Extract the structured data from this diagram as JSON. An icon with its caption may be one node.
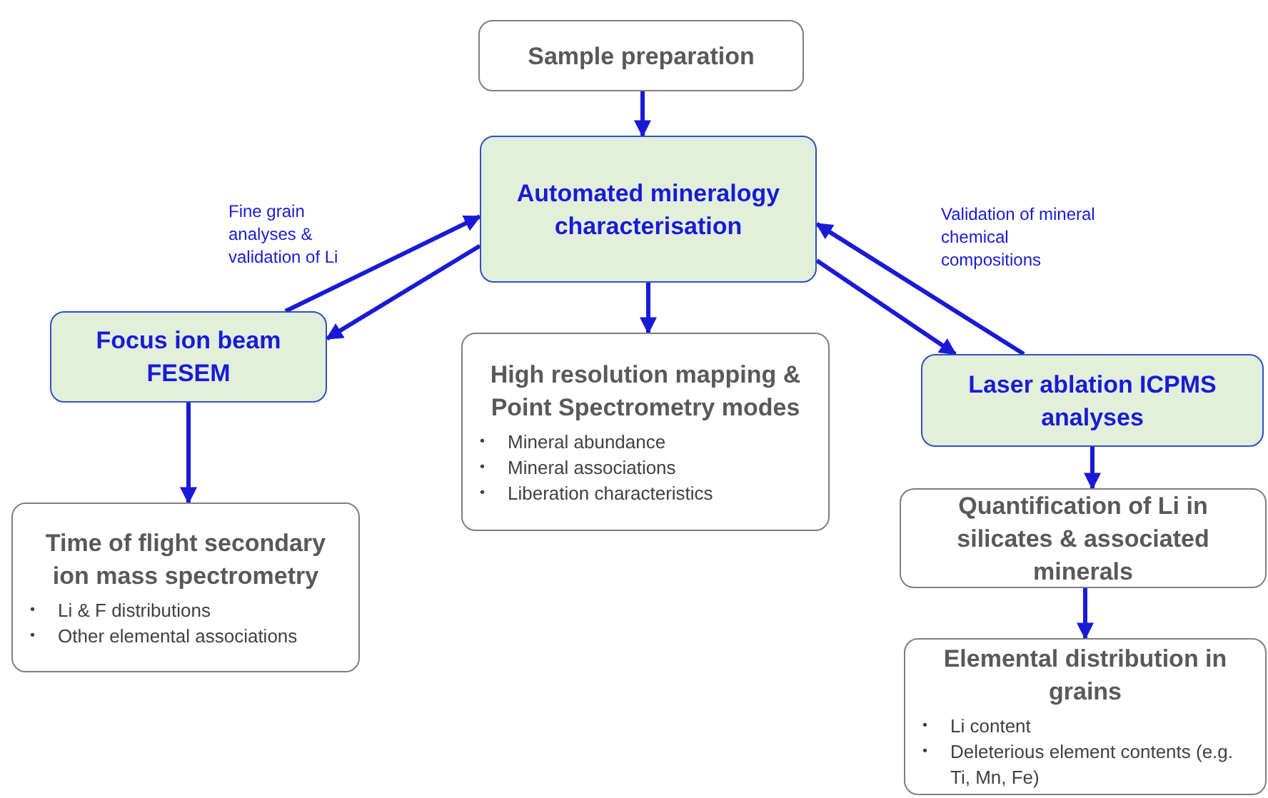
{
  "diagram": {
    "nodes": [
      {
        "text": [
          "Sample preparation"
        ]
      },
      {
        "text": [
          "Automated mineralogy characterisation"
        ]
      },
      {
        "text": [
          "High resolution mapping & Point Spectrometry modes",
          "•",
          "Mineral abundance",
          "•",
          "Mineral associations",
          "•",
          "Liberation characteristics"
        ]
      },
      {
        "text": [
          "Focus ion beam FESEM"
        ]
      },
      {
        "text": [
          "Time of flight secondary ion mass spectrometry",
          "•",
          "Li & F distributions",
          "•",
          "Other elemental associations"
        ]
      },
      {
        "text": [
          "Laser ablation ICPMS analyses"
        ]
      },
      {
        "text": [
          "Quantification of Li in silicates & associated minerals"
        ]
      },
      {
        "text": [
          "Elemental distribution in grains",
          "•",
          "Li content",
          "•",
          "Deleterious element contents (e.g. Ti, Mn, Fe)"
        ]
      }
    ],
    "edges": [
      {
        "from": 0,
        "to": 1,
        "arrow": "to"
      },
      {
        "from": 1,
        "to": 2,
        "arrow": "to"
      },
      {
        "from": 3,
        "to": 1,
        "arrow": "to",
        "label": "Fine grain analyses & validation of Li"
      },
      {
        "from": 1,
        "to": 3,
        "arrow": "to"
      },
      {
        "from": 3,
        "to": 4,
        "arrow": "to"
      },
      {
        "from": 1,
        "to": 5,
        "arrow": "to"
      },
      {
        "from": 5,
        "to": 1,
        "arrow": "to",
        "label": "Validation of mineral chemical compositions"
      },
      {
        "from": 5,
        "to": 6,
        "arrow": "to"
      },
      {
        "from": 6,
        "to": 7,
        "arrow": "to"
      }
    ]
  }
}
